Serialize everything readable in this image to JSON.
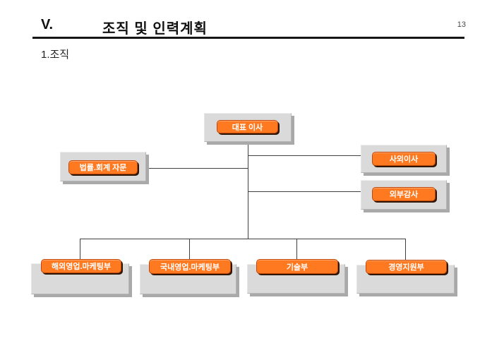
{
  "header": {
    "section_number": "V.",
    "title": "조직 및 인력계획",
    "page_number": "13",
    "subtitle": "1.조직"
  },
  "org_chart": {
    "root": {
      "label": "대표 이사"
    },
    "advisors": [
      {
        "label": "법률.회계 자문",
        "side": "left"
      },
      {
        "label": "사외이사",
        "side": "right"
      },
      {
        "label": "외부감사",
        "side": "right"
      }
    ],
    "departments": [
      {
        "label": "해외영업.마케팅부"
      },
      {
        "label": "국내영업.마케팅부"
      },
      {
        "label": "기술부"
      },
      {
        "label": "경영지원부"
      }
    ]
  },
  "colors": {
    "node_fill": "#FF7920",
    "node_border": "#C2490A",
    "node_shadow": "#2E1602",
    "panel_fill": "#DADADA",
    "panel_shadow": "#A9A9A9",
    "connector": "#3F3F3F",
    "node_text": "#FFFFFF",
    "header_rule": "#161616"
  }
}
